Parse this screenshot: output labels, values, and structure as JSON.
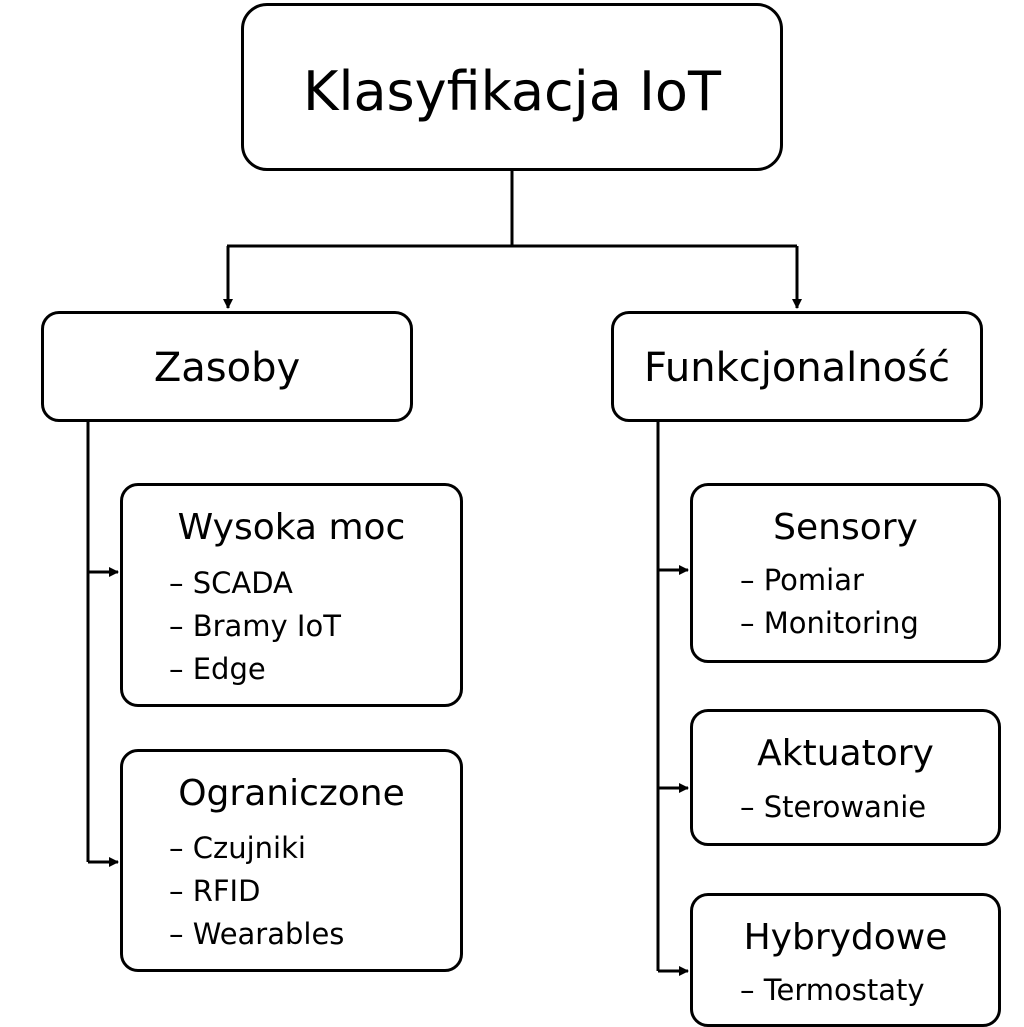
{
  "root": {
    "title": "Klasyfikacja IoT"
  },
  "branches": [
    {
      "title": "Zasoby",
      "children": [
        {
          "title": "Wysoka moc",
          "items": [
            "– SCADA",
            "– Bramy IoT",
            "– Edge"
          ]
        },
        {
          "title": "Ograniczone",
          "items": [
            "– Czujniki",
            "– RFID",
            "– Wearables"
          ]
        }
      ]
    },
    {
      "title": "Funkcjonalność",
      "children": [
        {
          "title": "Sensory",
          "items": [
            "– Pomiar",
            "– Monitoring"
          ]
        },
        {
          "title": "Aktuatory",
          "items": [
            "– Sterowanie"
          ]
        },
        {
          "title": "Hybrydowe",
          "items": [
            "– Termostaty"
          ]
        }
      ]
    }
  ],
  "colors": {
    "stroke": "#000000",
    "fill": "#ffffff",
    "text": "#000000"
  }
}
